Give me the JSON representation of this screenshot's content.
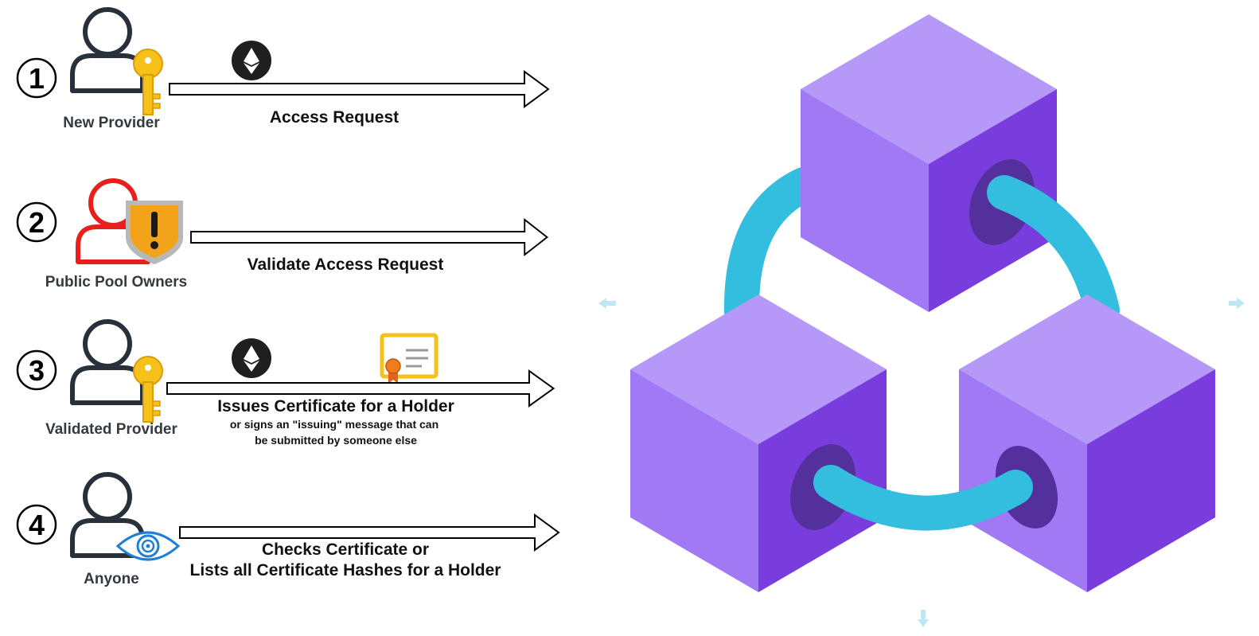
{
  "steps": [
    {
      "number": "1",
      "role": "New Provider",
      "action": "Access Request",
      "icon": "user-key-icon",
      "badge": "ethereum-icon"
    },
    {
      "number": "2",
      "role": "Public Pool Owners",
      "action": "Validate Access Request",
      "icon": "user-shield-icon"
    },
    {
      "number": "3",
      "role": "Validated Provider",
      "action": "Issues Certificate for a Holder",
      "note_line1": "or signs an \"issuing\" message that can",
      "note_line2": "be submitted by someone else",
      "icon": "user-key-icon",
      "badge": "ethereum-icon",
      "extra_icon": "certificate-icon"
    },
    {
      "number": "4",
      "role": "Anyone",
      "action_line1": "Checks Certificate or",
      "action_line2": "Lists all Certificate Hashes for a Holder",
      "icon": "user-eye-icon"
    }
  ],
  "graphic": {
    "name": "blockchain-cubes",
    "cube_color": "#a47af5",
    "link_color": "#33bddf"
  },
  "colors": {
    "user_outline": "#28313b",
    "owner_outline": "#e8201d",
    "key": "#f6c21a",
    "shield": "#f2a31a",
    "eye": "#1e7fd6"
  }
}
